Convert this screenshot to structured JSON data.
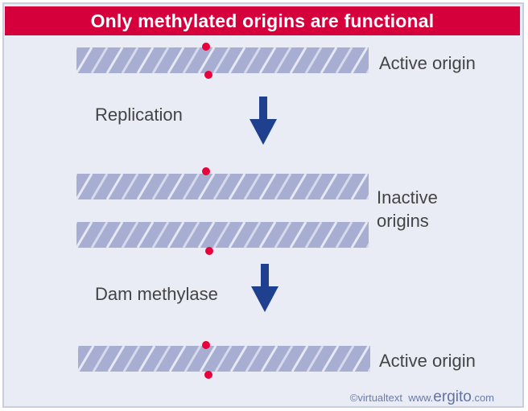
{
  "title": "Only methylated origins are functional",
  "labels": {
    "active_origin_top": "Active origin",
    "replication": "Replication",
    "inactive_line1": "Inactive",
    "inactive_line2": "origins",
    "dam_methylase": "Dam methylase",
    "active_origin_bottom": "Active origin"
  },
  "footer": {
    "copyright": "©virtualtext",
    "site_prefix": "www.",
    "site_brand": "ergito",
    "site_suffix": ".com"
  },
  "colors": {
    "title_bg": "#d5003b",
    "dna_strand": "#a7aed2",
    "helix": "#e6e8f3",
    "methyl_dot": "#e8003a",
    "arrow": "#1f3f8f",
    "panel_bg": "#e9ecf4"
  }
}
